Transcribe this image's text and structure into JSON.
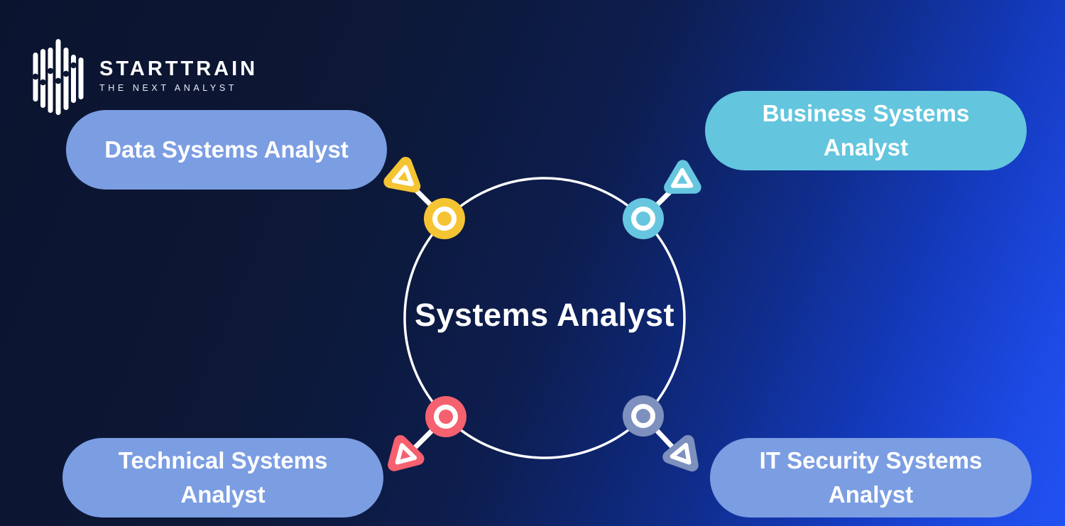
{
  "brand": {
    "name": "STARTTRAIN",
    "tagline": "THE NEXT ANALYST",
    "icon": "equalizer-bars-icon"
  },
  "center": {
    "label": "Systems Analyst"
  },
  "colors": {
    "background_dark": "#0b142f",
    "background_bright": "#2152f2",
    "stroke_white": "#ffffff",
    "pill_periwinkle": "#7b9de2",
    "pill_teal": "#63c5de",
    "navy_dot": "#0c1734"
  },
  "roles": [
    {
      "id": "data",
      "label": "Data Systems Analyst",
      "accent": "#f5c433",
      "pill": "#7b9de2",
      "position": "top-left"
    },
    {
      "id": "business",
      "label": "Business Systems Analyst",
      "accent": "#66c6df",
      "pill": "#63c5de",
      "position": "top-right"
    },
    {
      "id": "technical",
      "label": "Technical Systems Analyst",
      "accent": "#f5616f",
      "pill": "#7b9de2",
      "position": "bottom-left"
    },
    {
      "id": "it_security",
      "label": "IT Security Systems Analyst",
      "accent": "#7d90be",
      "pill": "#7b9de2",
      "position": "bottom-right"
    }
  ]
}
